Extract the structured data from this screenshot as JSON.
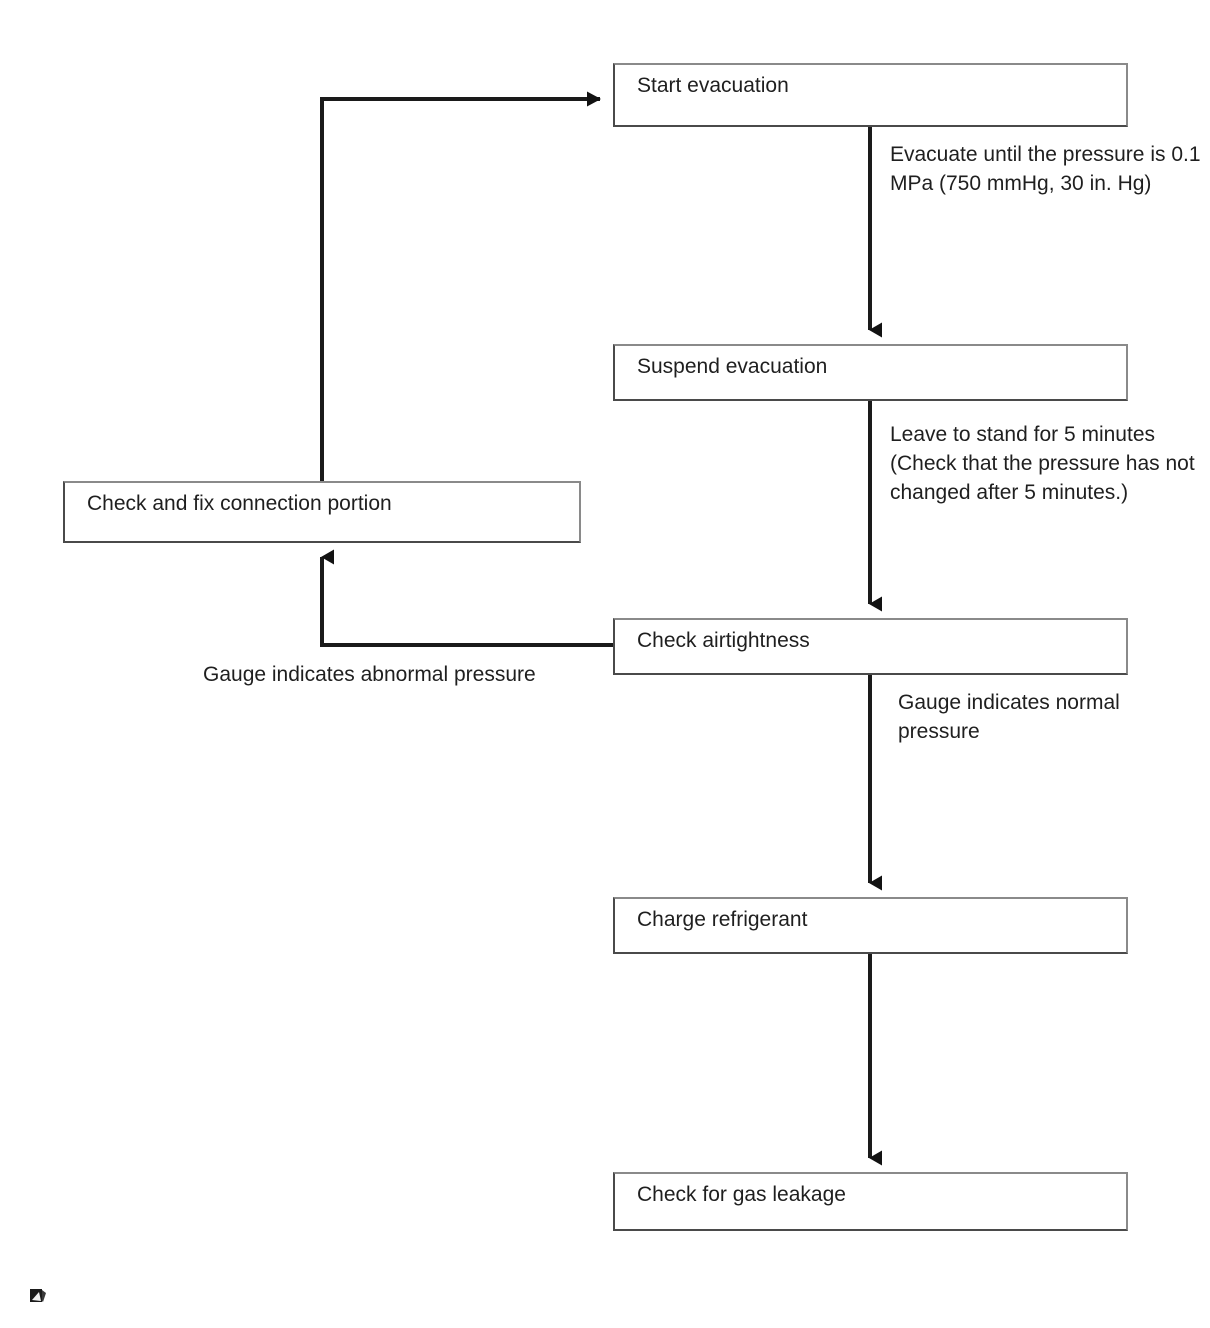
{
  "diagram": {
    "title": "Evacuation and refrigerant charging procedure flowchart",
    "type": "flowchart",
    "orientation": "top-to-bottom with feedback loop",
    "colors": {
      "background": "#ffffff",
      "box_border": "#4a4a4a",
      "box_border_highlight": "#8a8a8a",
      "line": "#1a1a1a",
      "text": "#1f1f1f"
    }
  },
  "nodes": [
    {
      "id": "start",
      "label": "Start evacuation"
    },
    {
      "id": "suspend",
      "label": "Suspend evacuation"
    },
    {
      "id": "checkfix",
      "label": "Check and fix connection portion"
    },
    {
      "id": "airtight",
      "label": "Check airtightness"
    },
    {
      "id": "charge",
      "label": "Charge refrigerant"
    },
    {
      "id": "leakage",
      "label": "Check for gas leakage"
    }
  ],
  "edge_labels": {
    "evacuate": "Evacuate until the pressure is 0.1 MPa (750 mmHg, 30 in. Hg)",
    "leave": "Leave to stand for 5 minutes (Check that the pressure has not changed after 5 minutes.)",
    "abnormal": "Gauge indicates abnormal pressure",
    "normal": "Gauge indicates normal pressure"
  },
  "edges": [
    {
      "from": "start",
      "to": "suspend",
      "label_key": "evacuate"
    },
    {
      "from": "suspend",
      "to": "airtight",
      "label_key": "leave"
    },
    {
      "from": "airtight",
      "to": "checkfix",
      "label_key": "abnormal"
    },
    {
      "from": "airtight",
      "to": "charge",
      "label_key": "normal"
    },
    {
      "from": "charge",
      "to": "leakage",
      "label_key": ""
    },
    {
      "from": "checkfix",
      "to": "start",
      "label_key": ""
    }
  ],
  "icons": {
    "corner_artifact": "page-fragment-icon"
  }
}
